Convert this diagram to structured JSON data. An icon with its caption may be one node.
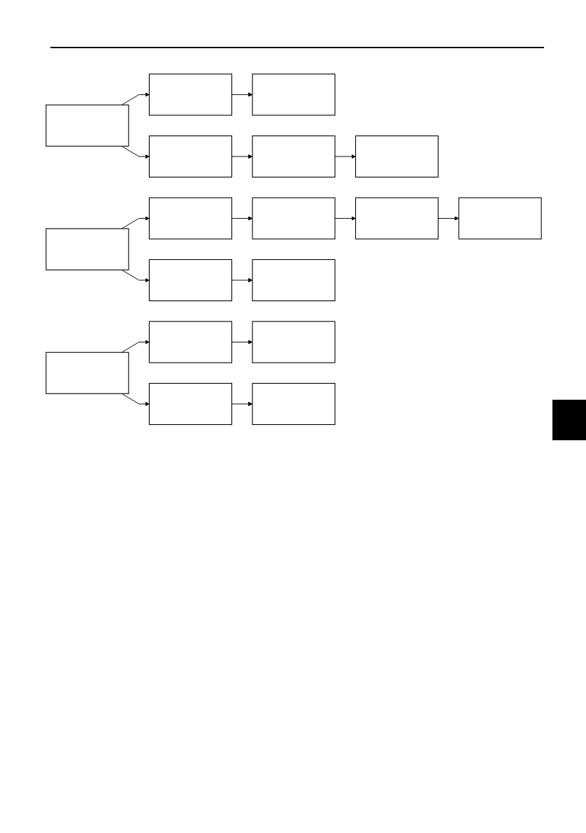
{
  "diagram": {
    "nodes": [
      {
        "text": [],
        "shape": "box"
      },
      {
        "text": [],
        "shape": "box"
      },
      {
        "text": [],
        "shape": "box"
      },
      {
        "text": [],
        "shape": "box"
      },
      {
        "text": [],
        "shape": "box"
      },
      {
        "text": [],
        "shape": "box"
      },
      {
        "text": [],
        "shape": "box"
      },
      {
        "text": [],
        "shape": "box"
      },
      {
        "text": [],
        "shape": "box"
      },
      {
        "text": [],
        "shape": "box"
      },
      {
        "text": [],
        "shape": "box"
      },
      {
        "text": [],
        "shape": "box"
      },
      {
        "text": [],
        "shape": "box"
      },
      {
        "text": [],
        "shape": "box"
      },
      {
        "text": [],
        "shape": "box"
      },
      {
        "text": [],
        "shape": "box"
      },
      {
        "text": [],
        "shape": "box"
      },
      {
        "text": [],
        "shape": "box"
      }
    ],
    "edges": [
      {
        "from": 0,
        "to": 1,
        "arrow": "to"
      },
      {
        "from": 0,
        "to": 3,
        "arrow": "to"
      },
      {
        "from": 1,
        "to": 2,
        "arrow": "to"
      },
      {
        "from": 3,
        "to": 4,
        "arrow": "to"
      },
      {
        "from": 4,
        "to": 5,
        "arrow": "to"
      },
      {
        "from": 6,
        "to": 7,
        "arrow": "to"
      },
      {
        "from": 6,
        "to": 11,
        "arrow": "to"
      },
      {
        "from": 7,
        "to": 8,
        "arrow": "to"
      },
      {
        "from": 8,
        "to": 9,
        "arrow": "to"
      },
      {
        "from": 9,
        "to": 10,
        "arrow": "to"
      },
      {
        "from": 11,
        "to": 12,
        "arrow": "to"
      },
      {
        "from": 13,
        "to": 14,
        "arrow": "to"
      },
      {
        "from": 13,
        "to": 16,
        "arrow": "to"
      },
      {
        "from": 14,
        "to": 15,
        "arrow": "to"
      },
      {
        "from": 16,
        "to": 17,
        "arrow": "to"
      }
    ]
  }
}
